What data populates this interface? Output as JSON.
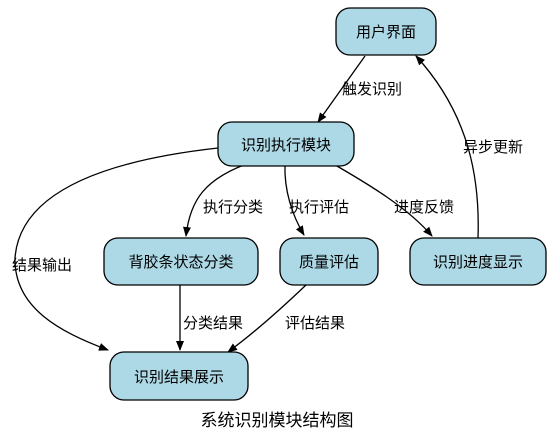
{
  "diagram": {
    "caption": "系统识别模块结构图",
    "colors": {
      "node_fill": "#add8e6",
      "node_stroke": "#000000",
      "edge": "#000000",
      "background": "#ffffff"
    },
    "nodes": [
      {
        "id": "user-interface",
        "label": "用户界面"
      },
      {
        "id": "recognition-exec",
        "label": "识别执行模块"
      },
      {
        "id": "spine-classify",
        "label": "背胶条状态分类"
      },
      {
        "id": "quality-eval",
        "label": "质量评估"
      },
      {
        "id": "progress-display",
        "label": "识别进度显示"
      },
      {
        "id": "result-display",
        "label": "识别结果展示"
      }
    ],
    "edges": [
      {
        "from": "user-interface",
        "to": "recognition-exec",
        "label": "触发识别"
      },
      {
        "from": "recognition-exec",
        "to": "spine-classify",
        "label": "执行分类"
      },
      {
        "from": "recognition-exec",
        "to": "quality-eval",
        "label": "执行评估"
      },
      {
        "from": "recognition-exec",
        "to": "progress-display",
        "label": "进度反馈"
      },
      {
        "from": "recognition-exec",
        "to": "result-display",
        "label": "结果输出"
      },
      {
        "from": "spine-classify",
        "to": "result-display",
        "label": "分类结果"
      },
      {
        "from": "quality-eval",
        "to": "result-display",
        "label": "评估结果"
      },
      {
        "from": "progress-display",
        "to": "user-interface",
        "label": "异步更新"
      }
    ]
  }
}
